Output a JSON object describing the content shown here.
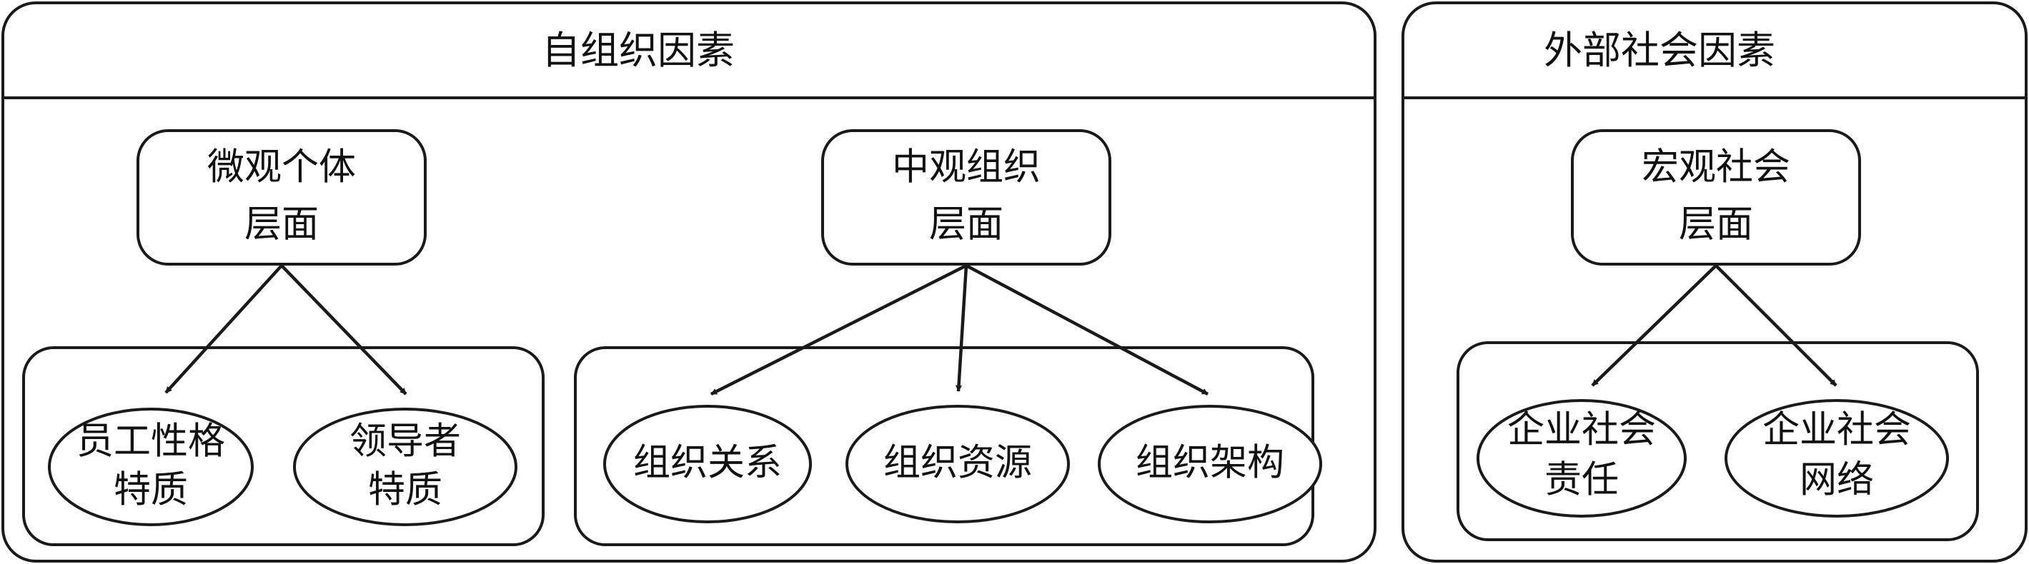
{
  "panels": {
    "self": {
      "title": "自组织因素",
      "micro": {
        "line1": "微观个体",
        "line2": "层面"
      },
      "meso": {
        "line1": "中观组织",
        "line2": "层面"
      },
      "employee": {
        "line1": "员工性格",
        "line2": "特质"
      },
      "leader": {
        "line1": "领导者",
        "line2": "特质"
      },
      "relations": {
        "label": "组织关系"
      },
      "resources": {
        "label": "组织资源"
      },
      "structure": {
        "label": "组织架构"
      }
    },
    "external": {
      "title": "外部社会因素",
      "macro": {
        "line1": "宏观社会",
        "line2": "层面"
      },
      "csr": {
        "line1": "企业社会",
        "line2": "责任"
      },
      "network": {
        "line1": "企业社会",
        "line2": "网络"
      }
    }
  }
}
